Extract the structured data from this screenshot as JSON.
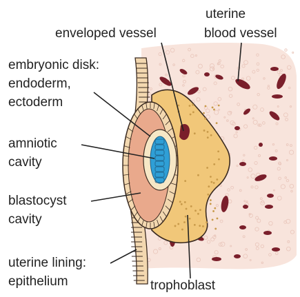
{
  "labels": {
    "uterine_blood_vessel_line1": "uterine",
    "uterine_blood_vessel_line2": "blood vessel",
    "enveloped_vessel": "enveloped vessel",
    "embryonic_disk_line1": "embryonic disk:",
    "embryonic_disk_line2": "endoderm,",
    "embryonic_disk_line3": "ectoderm",
    "amniotic_cavity_line1": "amniotic",
    "amniotic_cavity_line2": "cavity",
    "blastocyst_cavity_line1": "blastocyst",
    "blastocyst_cavity_line2": "cavity",
    "uterine_lining_line1": "uterine lining:",
    "uterine_lining_line2": "epithelium",
    "trophoblast": "trophoblast"
  },
  "colors": {
    "uterine_tissue": "#f8e4dc",
    "tissue_speckle": "#eac8bd",
    "blood_vessel": "#7a1f2b",
    "trophoblast": "#f1c779",
    "trophoblast_dots": "#c89a4a",
    "blastocyst_cavity": "#e9a98c",
    "epithelium": "#f3d8b0",
    "amniotic_cavity": "#2f9fd6",
    "outline": "#3a2a20",
    "leader_line": "#222222"
  }
}
